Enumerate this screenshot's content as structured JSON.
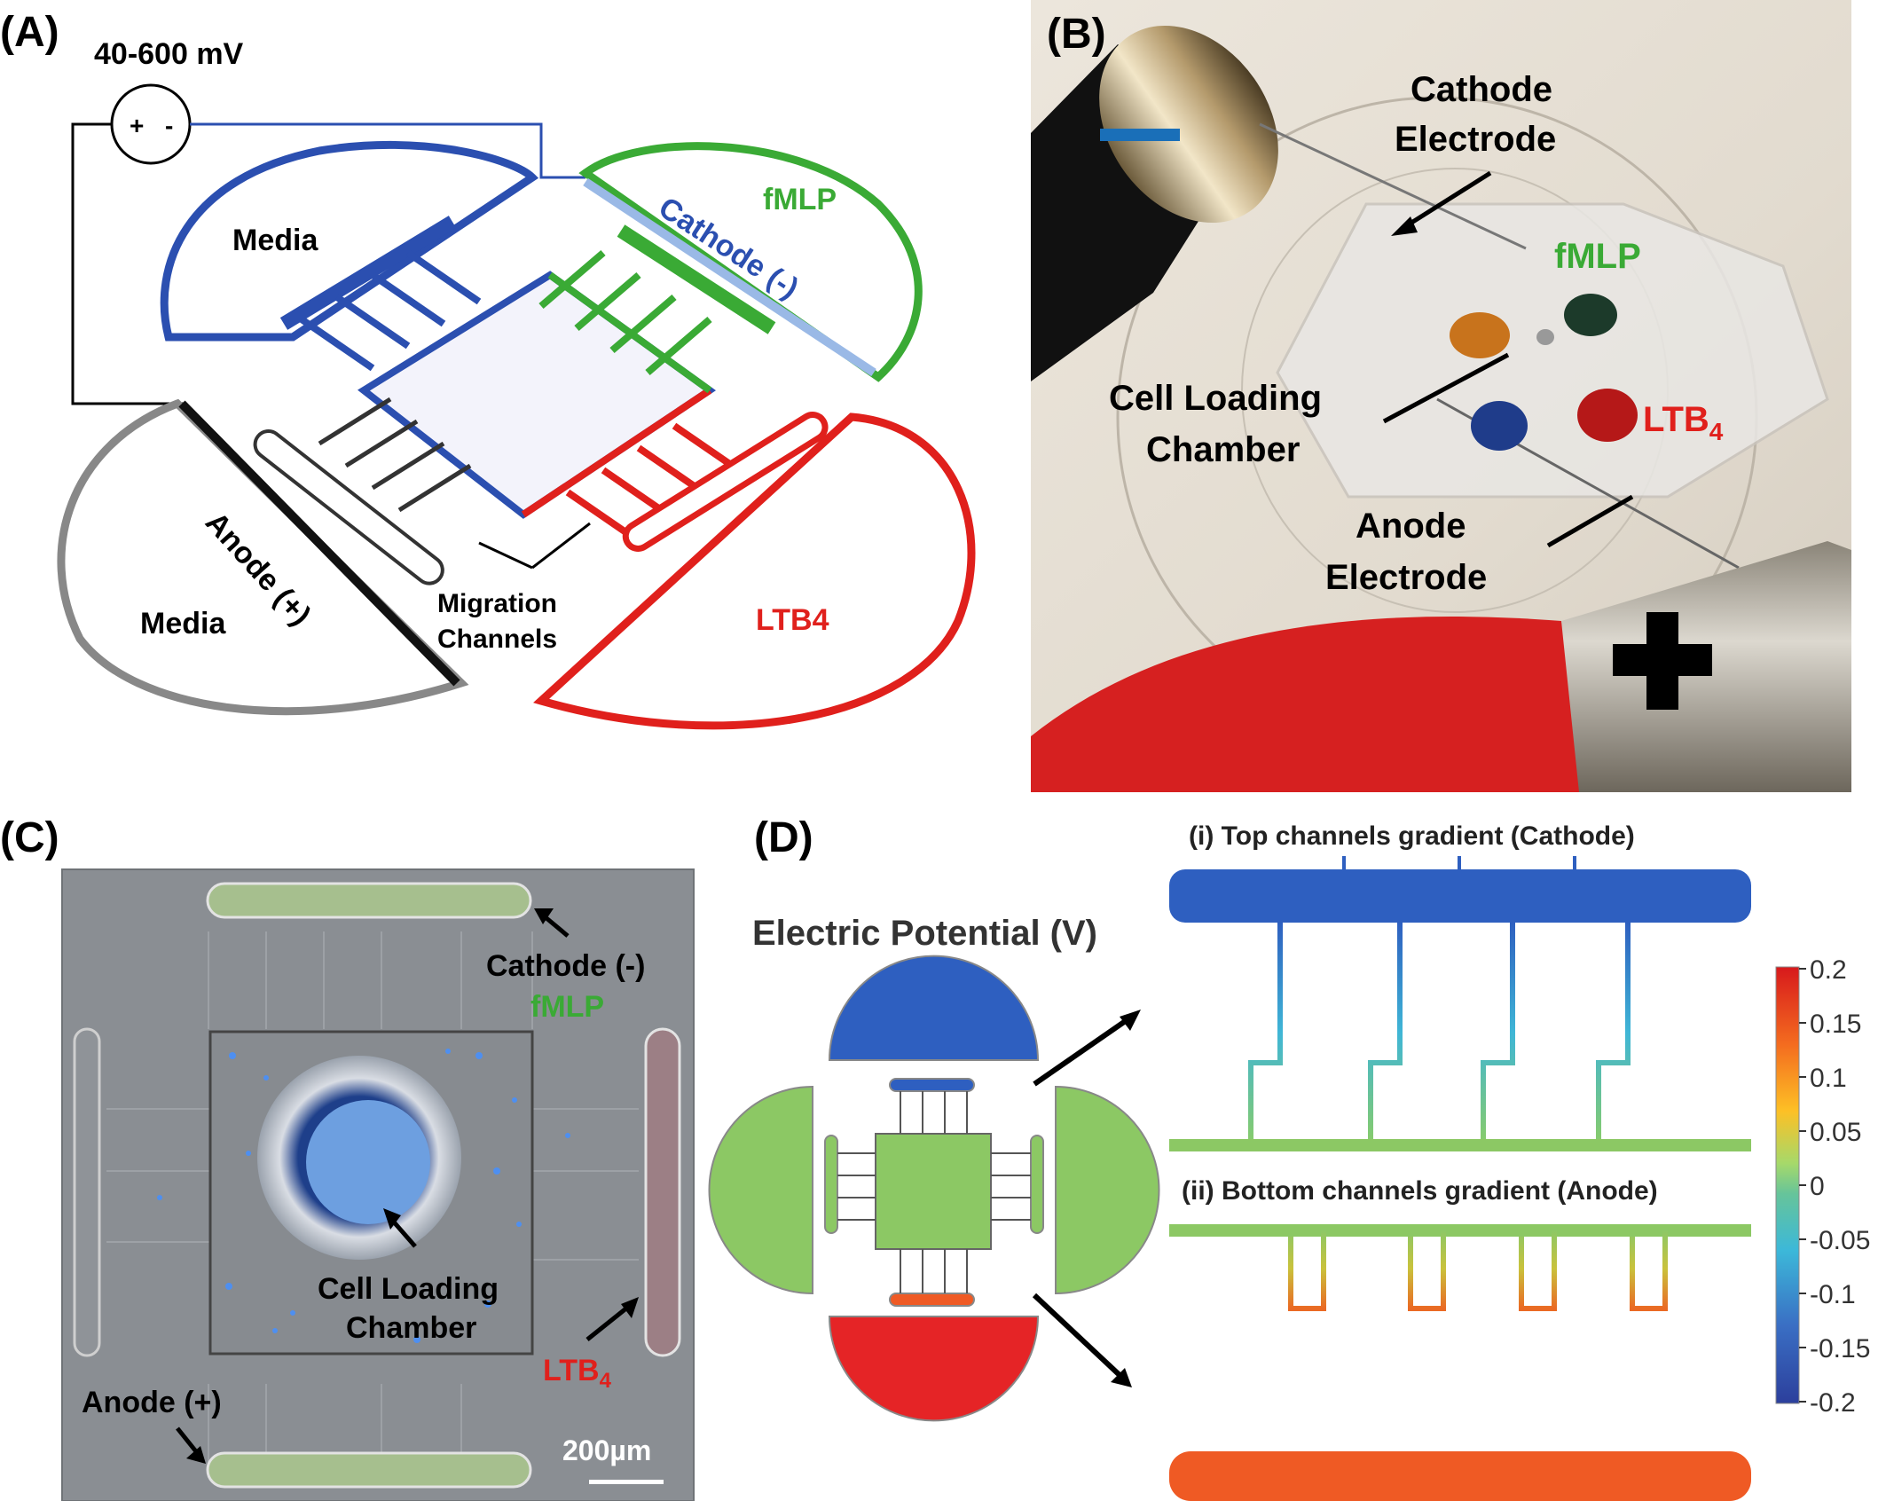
{
  "panels": {
    "a": {
      "label": "(A)",
      "voltage": "40-600 mV",
      "plus": "+",
      "minus": "-",
      "media_top": "Media",
      "media_bottom": "Media",
      "cathode": "Cathode (-)",
      "anode": "Anode (+)",
      "fmlp": "fMLP",
      "ltb4": "LTB4",
      "migration_line1": "Migration",
      "migration_line2": "Channels"
    },
    "b": {
      "label": "(B)",
      "cathode_line1": "Cathode",
      "cathode_line2": "Electrode",
      "fmlp": "fMLP",
      "cell_line1": "Cell Loading",
      "cell_line2": "Chamber",
      "ltb_base": "LTB",
      "ltb_sub": "4",
      "anode_line1": "Anode",
      "anode_line2": "Electrode"
    },
    "c": {
      "label": "(C)",
      "cathode": "Cathode (-)",
      "fmlp": "fMLP",
      "cell_line1": "Cell Loading",
      "cell_line2": "Chamber",
      "ltb_base": "LTB",
      "ltb_sub": "4",
      "anode": "Anode (+)",
      "scale": "200µm"
    },
    "d": {
      "label": "(D)",
      "title": "Electric Potential (V)",
      "top_title": "(i) Top channels gradient (Cathode)",
      "bottom_title": "(ii) Bottom channels gradient (Anode)",
      "colorbar_ticks": [
        "0.2",
        "0.15",
        "0.1",
        "0.05",
        "0",
        "-0.05",
        "-0.1",
        "-0.15",
        "-0.2"
      ]
    }
  },
  "colors": {
    "cathode_blue": "#2b4fb0",
    "fmlp_green": "#3aaa35",
    "ltb4_red": "#e0201c",
    "anode_gray": "#555555",
    "potential_mid_green": "#8cc864",
    "potential_orange": "#ef5a24"
  }
}
